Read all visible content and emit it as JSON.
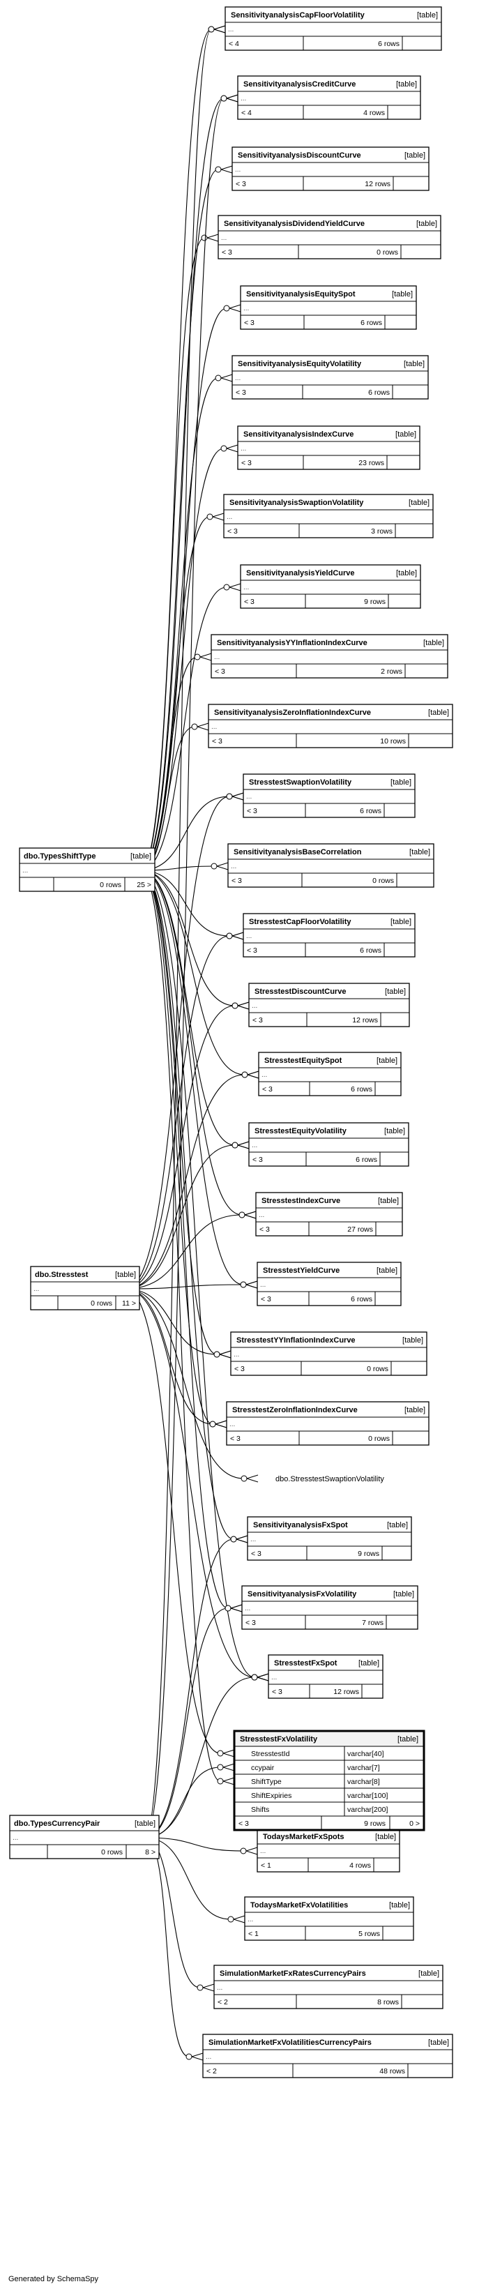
{
  "footer": "Generated by SchemaSpy",
  "hub_tables": [
    {
      "id": "shifttype",
      "name": "dbo.TypesShiftType",
      "kind": "[table]",
      "rows": "0 rows",
      "children": "25 >"
    },
    {
      "id": "stresstest",
      "name": "dbo.Stresstest",
      "kind": "[table]",
      "rows": "0 rows",
      "children": "11 >"
    },
    {
      "id": "currpair",
      "name": "dbo.TypesCurrencyPair",
      "kind": "[table]",
      "rows": "0 rows",
      "children": "8 >"
    }
  ],
  "tables": [
    {
      "id": "t0",
      "name": "SensitivityanalysisCapFloorVolatility",
      "kind": "[table]",
      "parents": "< 4",
      "rows": "6 rows"
    },
    {
      "id": "t1",
      "name": "SensitivityanalysisCreditCurve",
      "kind": "[table]",
      "parents": "< 4",
      "rows": "4 rows"
    },
    {
      "id": "t2",
      "name": "SensitivityanalysisDiscountCurve",
      "kind": "[table]",
      "parents": "< 3",
      "rows": "12 rows"
    },
    {
      "id": "t3",
      "name": "SensitivityanalysisDividendYieldCurve",
      "kind": "[table]",
      "parents": "< 3",
      "rows": "0 rows"
    },
    {
      "id": "t4",
      "name": "SensitivityanalysisEquitySpot",
      "kind": "[table]",
      "parents": "< 3",
      "rows": "6 rows"
    },
    {
      "id": "t5",
      "name": "SensitivityanalysisEquityVolatility",
      "kind": "[table]",
      "parents": "< 3",
      "rows": "6 rows"
    },
    {
      "id": "t6",
      "name": "SensitivityanalysisIndexCurve",
      "kind": "[table]",
      "parents": "< 3",
      "rows": "23 rows"
    },
    {
      "id": "t7",
      "name": "SensitivityanalysisSwaptionVolatility",
      "kind": "[table]",
      "parents": "< 3",
      "rows": "3 rows"
    },
    {
      "id": "t8",
      "name": "SensitivityanalysisYieldCurve",
      "kind": "[table]",
      "parents": "< 3",
      "rows": "9 rows"
    },
    {
      "id": "t9",
      "name": "SensitivityanalysisYYInflationIndexCurve",
      "kind": "[table]",
      "parents": "< 3",
      "rows": "2 rows"
    },
    {
      "id": "t10",
      "name": "SensitivityanalysisZeroInflationIndexCurve",
      "kind": "[table]",
      "parents": "< 3",
      "rows": "10 rows"
    },
    {
      "id": "t11",
      "name": "StresstestSwaptionVolatility",
      "kind": "[table]",
      "parents": "< 3",
      "rows": "6 rows"
    },
    {
      "id": "t12",
      "name": "SensitivityanalysisBaseCorrelation",
      "kind": "[table]",
      "parents": "< 3",
      "rows": "0 rows"
    },
    {
      "id": "t13",
      "name": "StresstestCapFloorVolatility",
      "kind": "[table]",
      "parents": "< 3",
      "rows": "6 rows"
    },
    {
      "id": "t14",
      "name": "StresstestDiscountCurve",
      "kind": "[table]",
      "parents": "< 3",
      "rows": "12 rows"
    },
    {
      "id": "t15",
      "name": "StresstestEquitySpot",
      "kind": "[table]",
      "parents": "< 3",
      "rows": "6 rows"
    },
    {
      "id": "t16",
      "name": "StresstestEquityVolatility",
      "kind": "[table]",
      "parents": "< 3",
      "rows": "6 rows"
    },
    {
      "id": "t17",
      "name": "StresstestIndexCurve",
      "kind": "[table]",
      "parents": "< 3",
      "rows": "27 rows"
    },
    {
      "id": "t18",
      "name": "StresstestYieldCurve",
      "kind": "[table]",
      "parents": "< 3",
      "rows": "6 rows"
    },
    {
      "id": "t19",
      "name": "StresstestYYInflationIndexCurve",
      "kind": "[table]",
      "parents": "< 3",
      "rows": "0 rows"
    },
    {
      "id": "t20",
      "name": "StresstestZeroInflationIndexCurve",
      "kind": "[table]",
      "parents": "< 3",
      "rows": "0 rows"
    },
    {
      "id": "t21",
      "name": "SensitivityanalysisFxSpot",
      "kind": "[table]",
      "parents": "< 3",
      "rows": "9 rows"
    },
    {
      "id": "t22",
      "name": "SensitivityanalysisFxVolatility",
      "kind": "[table]",
      "parents": "< 3",
      "rows": "7 rows"
    },
    {
      "id": "t23",
      "name": "StresstestFxSpot",
      "kind": "[table]",
      "parents": "< 3",
      "rows": "12 rows"
    },
    {
      "id": "t24",
      "name": "TodaysMarketFxSpots",
      "kind": "[table]",
      "parents": "< 1",
      "rows": "4 rows"
    },
    {
      "id": "t25",
      "name": "TodaysMarketFxVolatilities",
      "kind": "[table]",
      "parents": "< 1",
      "rows": "5 rows"
    },
    {
      "id": "t26",
      "name": "SimulationMarketFxRatesCurrencyPairs",
      "kind": "[table]",
      "parents": "< 2",
      "rows": "8 rows"
    },
    {
      "id": "t27",
      "name": "SimulationMarketFxVolatilitiesCurrencyPairs",
      "kind": "[table]",
      "parents": "< 2",
      "rows": "48 rows"
    }
  ],
  "focus_table": {
    "name": "StresstestFxVolatility",
    "kind": "[table]",
    "columns": [
      {
        "name": "StresstestId",
        "type": "varchar[40]"
      },
      {
        "name": "ccypair",
        "type": "varchar[7]"
      },
      {
        "name": "ShiftType",
        "type": "varchar[8]"
      },
      {
        "name": "ShiftExpiries",
        "type": "varchar[100]"
      },
      {
        "name": "Shifts",
        "type": "varchar[200]"
      }
    ],
    "parents": "< 3",
    "rows": "9 rows",
    "children": "0 >"
  },
  "external_ref": "dbo.StresstestSwaptionVolatility",
  "ellipsis": "..."
}
